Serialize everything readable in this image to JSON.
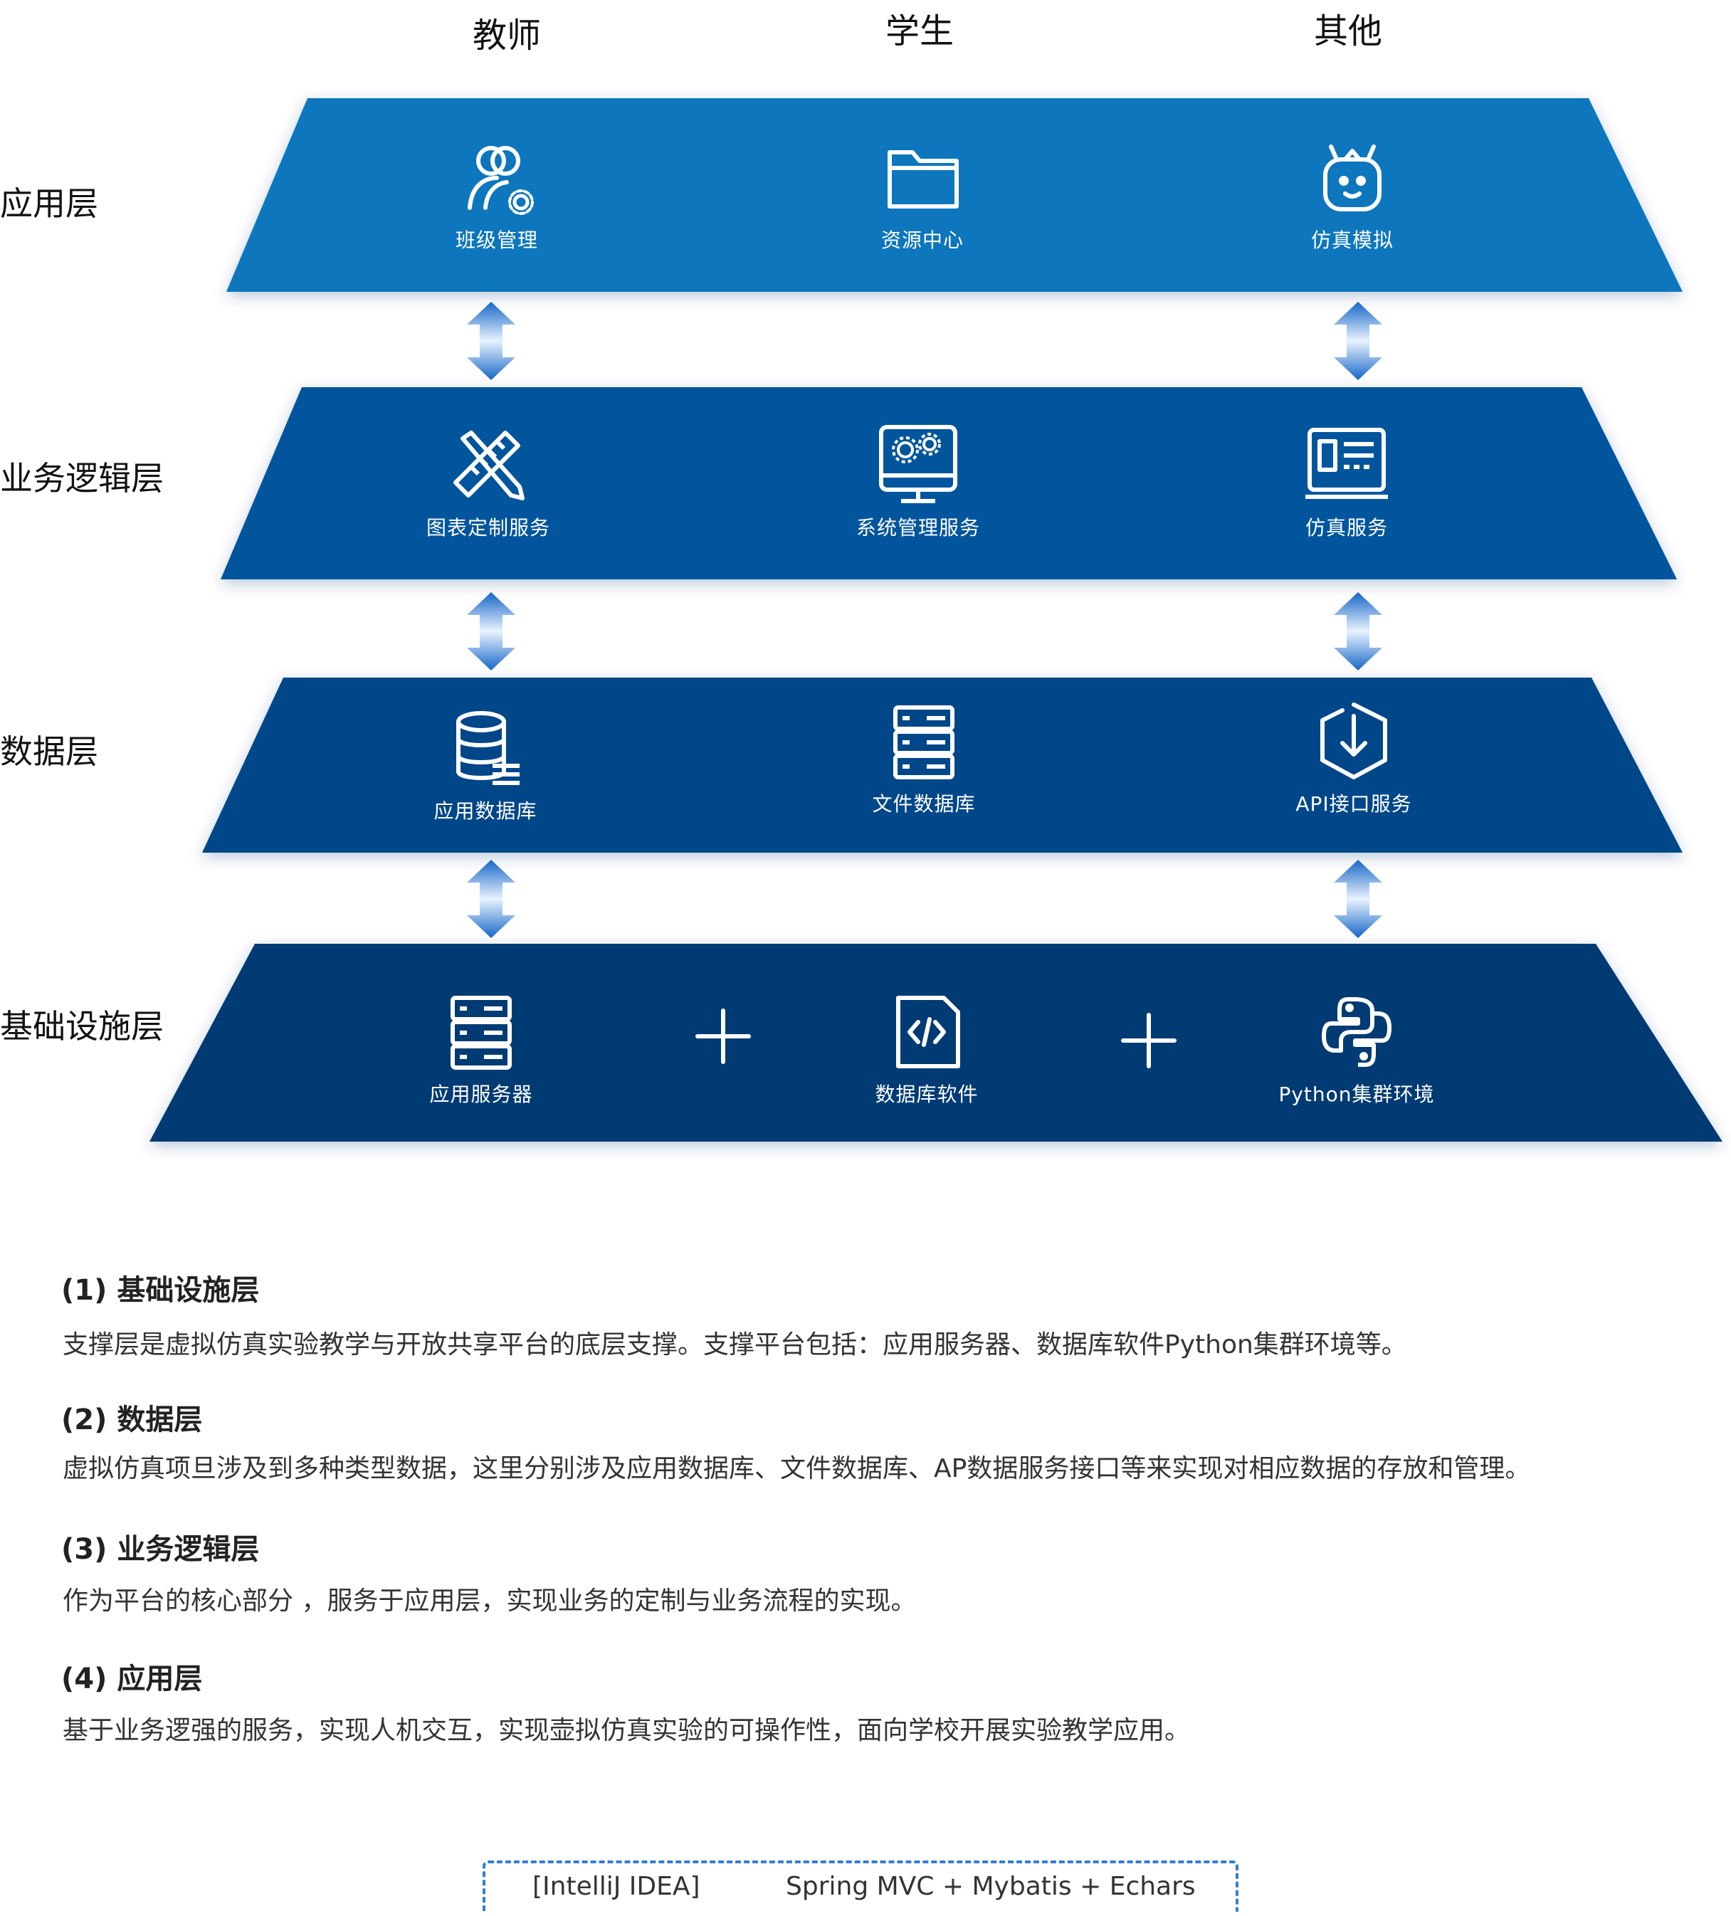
{
  "columns": [
    "教师",
    "学生",
    "其他"
  ],
  "layers": [
    {
      "label": "应用层",
      "color": "#0a76bd",
      "items": [
        {
          "icon": "user-gear-icon",
          "label": "班级管理"
        },
        {
          "icon": "folder-icon",
          "label": "资源中心"
        },
        {
          "icon": "robot-icon",
          "label": "仿真模拟"
        }
      ]
    },
    {
      "label": "业务逻辑层",
      "color": "#06549d",
      "items": [
        {
          "icon": "ruler-pencil-icon",
          "label": "图表定制服务"
        },
        {
          "icon": "monitor-gears-icon",
          "label": "系统管理服务"
        },
        {
          "icon": "news-panel-icon",
          "label": "仿真服务"
        }
      ]
    },
    {
      "label": "数据层",
      "color": "#034789",
      "items": [
        {
          "icon": "database-icon",
          "label": "应用数据库"
        },
        {
          "icon": "file-server-icon",
          "label": "文件数据库"
        },
        {
          "icon": "download-shield-icon",
          "label": "API接口服务"
        }
      ]
    },
    {
      "label": "基础设施层",
      "color": "#003b73",
      "items": [
        {
          "icon": "server-icon",
          "label": "应用服务器"
        },
        {
          "icon": "code-file-icon",
          "label": "数据库软件"
        },
        {
          "icon": "python-icon",
          "label": "Python集群环境"
        }
      ]
    }
  ],
  "sections": [
    {
      "title": "(1) 基础设施层",
      "body": "支撑层是虚拟仿真实验教学与开放共享平台的底层支撑。支撑平台包括：应用服务器、数据库软件Python集群环境等。"
    },
    {
      "title": "(2) 数据层",
      "body": "虚拟仿真项旦涉及到多种类型数据，这里分别涉及应用数据库、文件数据库、AP数据服务接口等来实现对相应数据的存放和管理。"
    },
    {
      "title": "(3) 业务逻辑层",
      "body": "作为平台的核心部分 ，服务于应用层，实现业务的定制与业务流程的实现。"
    },
    {
      "title": "(4) 应用层",
      "body": "基于业务逻强的服务，实现人机交互，实现壶拟仿真实验的可操作性，面向学校开展实验教学应用。"
    }
  ],
  "footer": {
    "left": "[IntelliJ IDEA]",
    "right": "Spring MVC + Mybatis + Echars"
  },
  "colors": {
    "arrow": "#1a73d1",
    "footer_border": "#2f7fd6"
  }
}
